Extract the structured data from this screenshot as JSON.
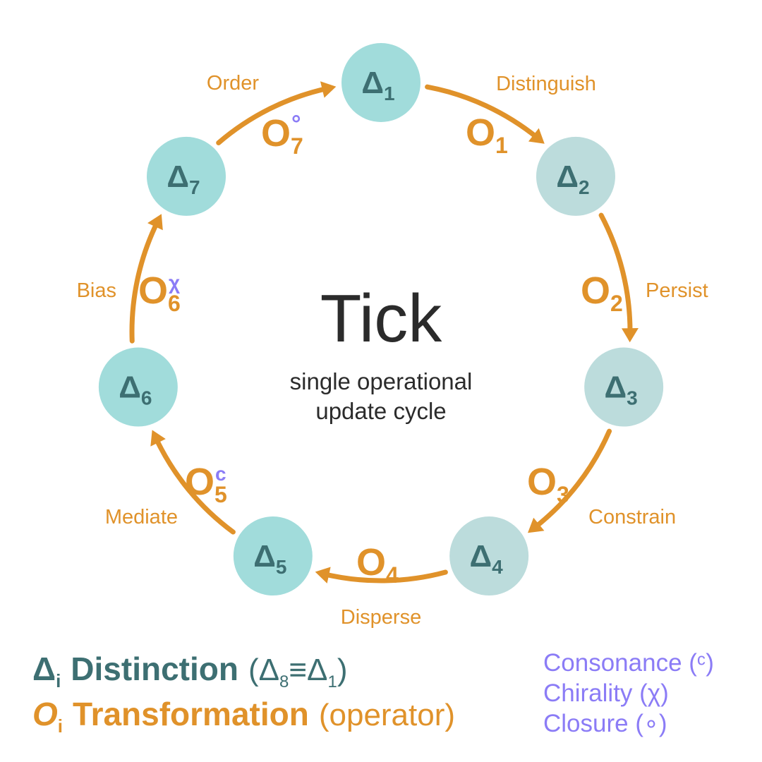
{
  "title": "Tick",
  "subtitle_lines": [
    "single operational",
    "update cycle"
  ],
  "colors": {
    "node_fill_1": "#a1dcdb",
    "node_fill_2": "#bcdcdc",
    "node_text": "#3d6f72",
    "operator": "#e0922a",
    "property": "#8b7cf6",
    "title_text": "#2b2b2b"
  },
  "nodes": [
    {
      "symbol": "Δ",
      "index": "1"
    },
    {
      "symbol": "Δ",
      "index": "2"
    },
    {
      "symbol": "Δ",
      "index": "3"
    },
    {
      "symbol": "Δ",
      "index": "4"
    },
    {
      "symbol": "Δ",
      "index": "5"
    },
    {
      "symbol": "Δ",
      "index": "6"
    },
    {
      "symbol": "Δ",
      "index": "7"
    }
  ],
  "edges": [
    {
      "from": "1",
      "to": "2",
      "operator": "O",
      "index": "1",
      "superscript": "",
      "verb": "Distinguish"
    },
    {
      "from": "2",
      "to": "3",
      "operator": "O",
      "index": "2",
      "superscript": "",
      "verb": "Persist"
    },
    {
      "from": "3",
      "to": "4",
      "operator": "O",
      "index": "3",
      "superscript": "",
      "verb": "Constrain"
    },
    {
      "from": "4",
      "to": "5",
      "operator": "O",
      "index": "4",
      "superscript": "",
      "verb": "Disperse"
    },
    {
      "from": "5",
      "to": "6",
      "operator": "O",
      "index": "5",
      "superscript": "c",
      "verb": "Mediate"
    },
    {
      "from": "6",
      "to": "7",
      "operator": "O",
      "index": "6",
      "superscript": "χ",
      "verb": "Bias"
    },
    {
      "from": "7",
      "to": "1",
      "operator": "O",
      "index": "7",
      "superscript": "∘",
      "verb": "Order"
    }
  ],
  "legend": {
    "distinction": {
      "symbol": "Δ",
      "sub": "i",
      "name": "Distinction",
      "note_open": "(Δ",
      "note_sub1": "8",
      "note_mid": "≡Δ",
      "note_sub2": "1",
      "note_close": ")"
    },
    "transformation": {
      "symbol": "O",
      "sub": "i",
      "name": "Transformation",
      "note": "(operator)"
    }
  },
  "properties": [
    "Consonance (ᶜ)",
    "Chirality (χ)",
    "Closure (∘)"
  ]
}
